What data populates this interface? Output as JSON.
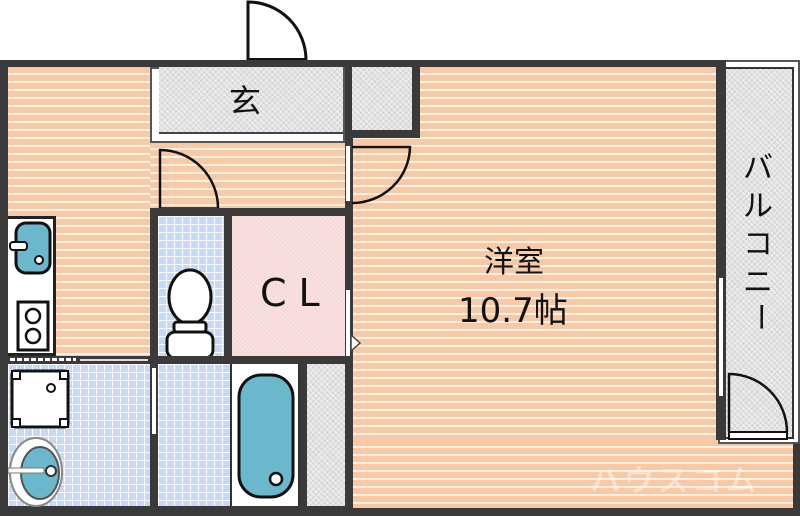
{
  "floor_plan": {
    "rooms": {
      "entrance": {
        "label": "玄"
      },
      "closet": {
        "label": "CL"
      },
      "western_room": {
        "label": "洋室",
        "size": "10.7帖"
      },
      "balcony": {
        "label": "バルコニー",
        "chars": [
          "バ",
          "ル",
          "コ",
          "ニ",
          "ー"
        ]
      }
    },
    "fixtures": [
      "kitchen-sink",
      "two-burner-stove",
      "washing-machine-space",
      "washbasin",
      "toilet",
      "bathtub"
    ],
    "watermark": "ハウスコム",
    "colors": {
      "wall": "#3a3a3a",
      "wood_floor": "#f8c9a4",
      "tile_blue": "#c8d8f7",
      "closet_pink": "#f6d9d8",
      "tile_gray": "#e2e2e2",
      "fixture_blue": "#6bb8cc"
    }
  }
}
